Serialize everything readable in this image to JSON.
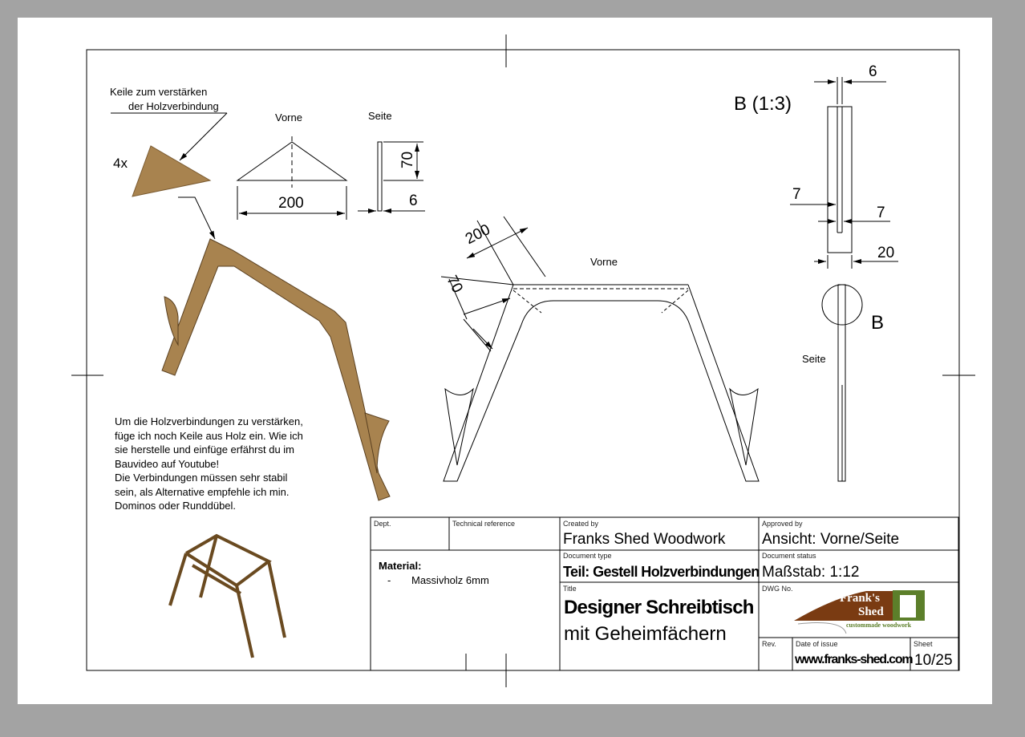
{
  "drawing": {
    "wedge_callout": [
      "Keile zum verstärken",
      "der Holzverbindung"
    ],
    "quantity": "4x",
    "wedge_front_label": "Vorne",
    "wedge_side_label": "Seite",
    "dim_wedge_width": "200",
    "dim_wedge_height": "70",
    "dim_wedge_thickness": "6",
    "front_view_label": "Vorne",
    "dim_front_200": "200",
    "dim_front_70": "70",
    "side_view_label": "Seite",
    "detail_label": "B (1:3)",
    "detail_marker": "B",
    "dim_detail_6": "6",
    "dim_detail_7a": "7",
    "dim_detail_7b": "7",
    "dim_detail_20": "20",
    "note_lines": [
      "Um die Holzverbindungen zu verstärken,",
      "füge ich noch Keile aus Holz ein. Wie ich",
      "sie herstelle und einfüge erfährst du im",
      "Bauvideo auf Youtube!",
      "Die Verbindungen müssen sehr stabil",
      "sein, als Alternative empfehle ich min.",
      "Dominos oder Runddübel."
    ]
  },
  "title_block": {
    "dept_label": "Dept.",
    "tech_ref_label": "Technical reference",
    "created_by_label": "Created by",
    "created_by": "Franks Shed Woodwork",
    "approved_by_label": "Approved by",
    "approved_by": "Ansicht: Vorne/Seite",
    "material_label": "Material:",
    "material_dash": "-",
    "material": "Massivholz 6mm",
    "doc_type_label": "Document type",
    "doc_type": "Teil: Gestell Holzverbindungen",
    "doc_status_label": "Document status",
    "doc_status": "Maßstab: 1:12",
    "title_label": "Title",
    "title_line1": "Designer Schreibtisch",
    "title_line2": "mit Geheimfächern",
    "dwg_label": "DWG No.",
    "logo_text": [
      "Frank's",
      "Shed",
      "custommade woodwork"
    ],
    "rev_label": "Rev.",
    "date_label": "Date of issue",
    "date_value": "www.franks-shed.com",
    "sheet_label": "Sheet",
    "sheet_value": "10/25"
  },
  "colors": {
    "wood": "#a8834f",
    "logo_brown": "#7a3b12",
    "logo_green": "#5c7f2a"
  }
}
